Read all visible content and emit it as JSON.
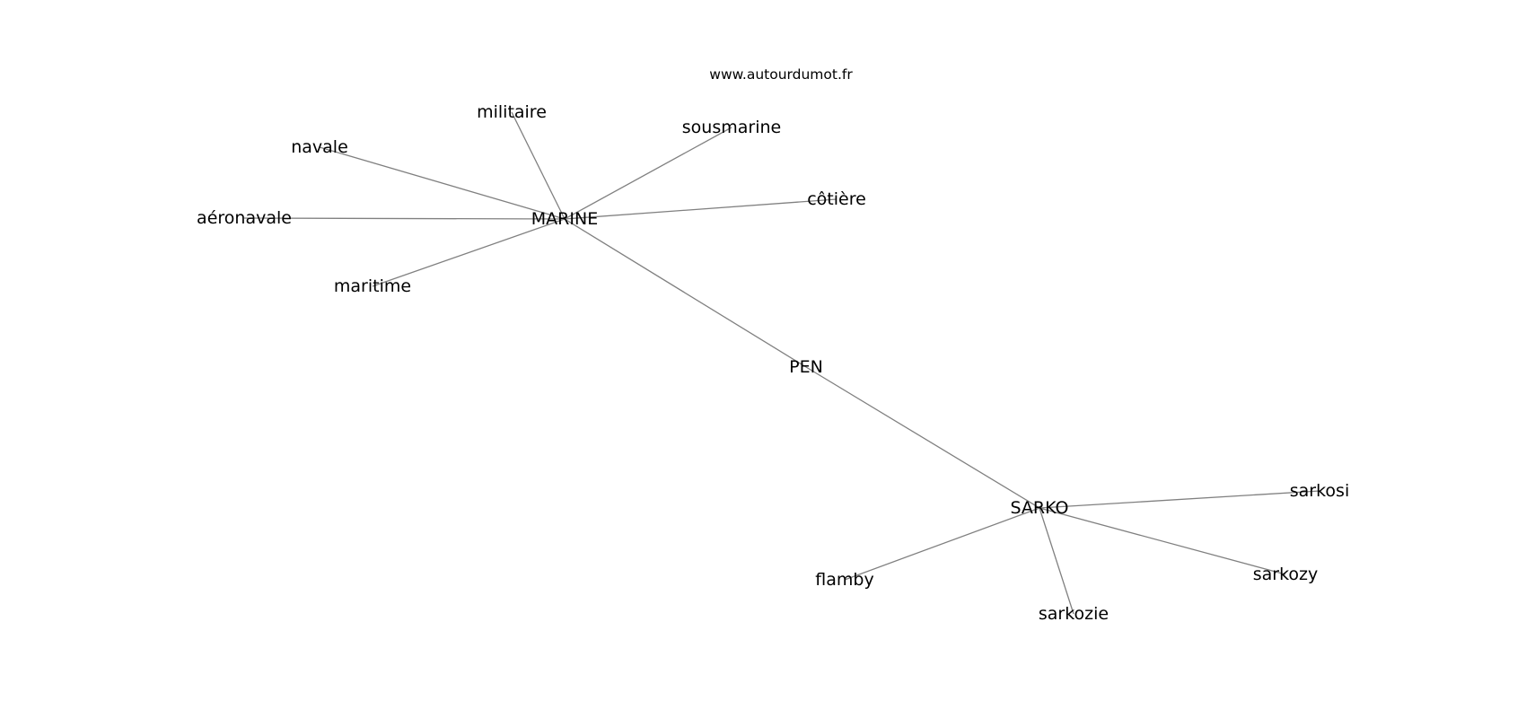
{
  "credit": "www.autourdumot.fr",
  "nodes": [
    {
      "id": "MARINE",
      "label": "MARINE"
    },
    {
      "id": "PEN",
      "label": "PEN"
    },
    {
      "id": "SARKO",
      "label": "SARKO"
    },
    {
      "id": "militaire",
      "label": "militaire"
    },
    {
      "id": "sousmarine",
      "label": "sousmarine"
    },
    {
      "id": "navale",
      "label": "navale"
    },
    {
      "id": "côtière",
      "label": "côtière"
    },
    {
      "id": "aéronavale",
      "label": "aéronavale"
    },
    {
      "id": "maritime",
      "label": "maritime"
    },
    {
      "id": "sarkosi",
      "label": "sarkosi"
    },
    {
      "id": "sarkozy",
      "label": "sarkozy"
    },
    {
      "id": "flamby",
      "label": "flamby"
    },
    {
      "id": "sarkozie",
      "label": "sarkozie"
    }
  ],
  "edges": [
    {
      "from": "MARINE",
      "to": "militaire"
    },
    {
      "from": "MARINE",
      "to": "sousmarine"
    },
    {
      "from": "MARINE",
      "to": "navale"
    },
    {
      "from": "MARINE",
      "to": "côtière"
    },
    {
      "from": "MARINE",
      "to": "aéronavale"
    },
    {
      "from": "MARINE",
      "to": "maritime"
    },
    {
      "from": "MARINE",
      "to": "PEN"
    },
    {
      "from": "PEN",
      "to": "SARKO"
    },
    {
      "from": "SARKO",
      "to": "sarkosi"
    },
    {
      "from": "SARKO",
      "to": "sarkozy"
    },
    {
      "from": "SARKO",
      "to": "flamby"
    },
    {
      "from": "SARKO",
      "to": "sarkozie"
    }
  ]
}
